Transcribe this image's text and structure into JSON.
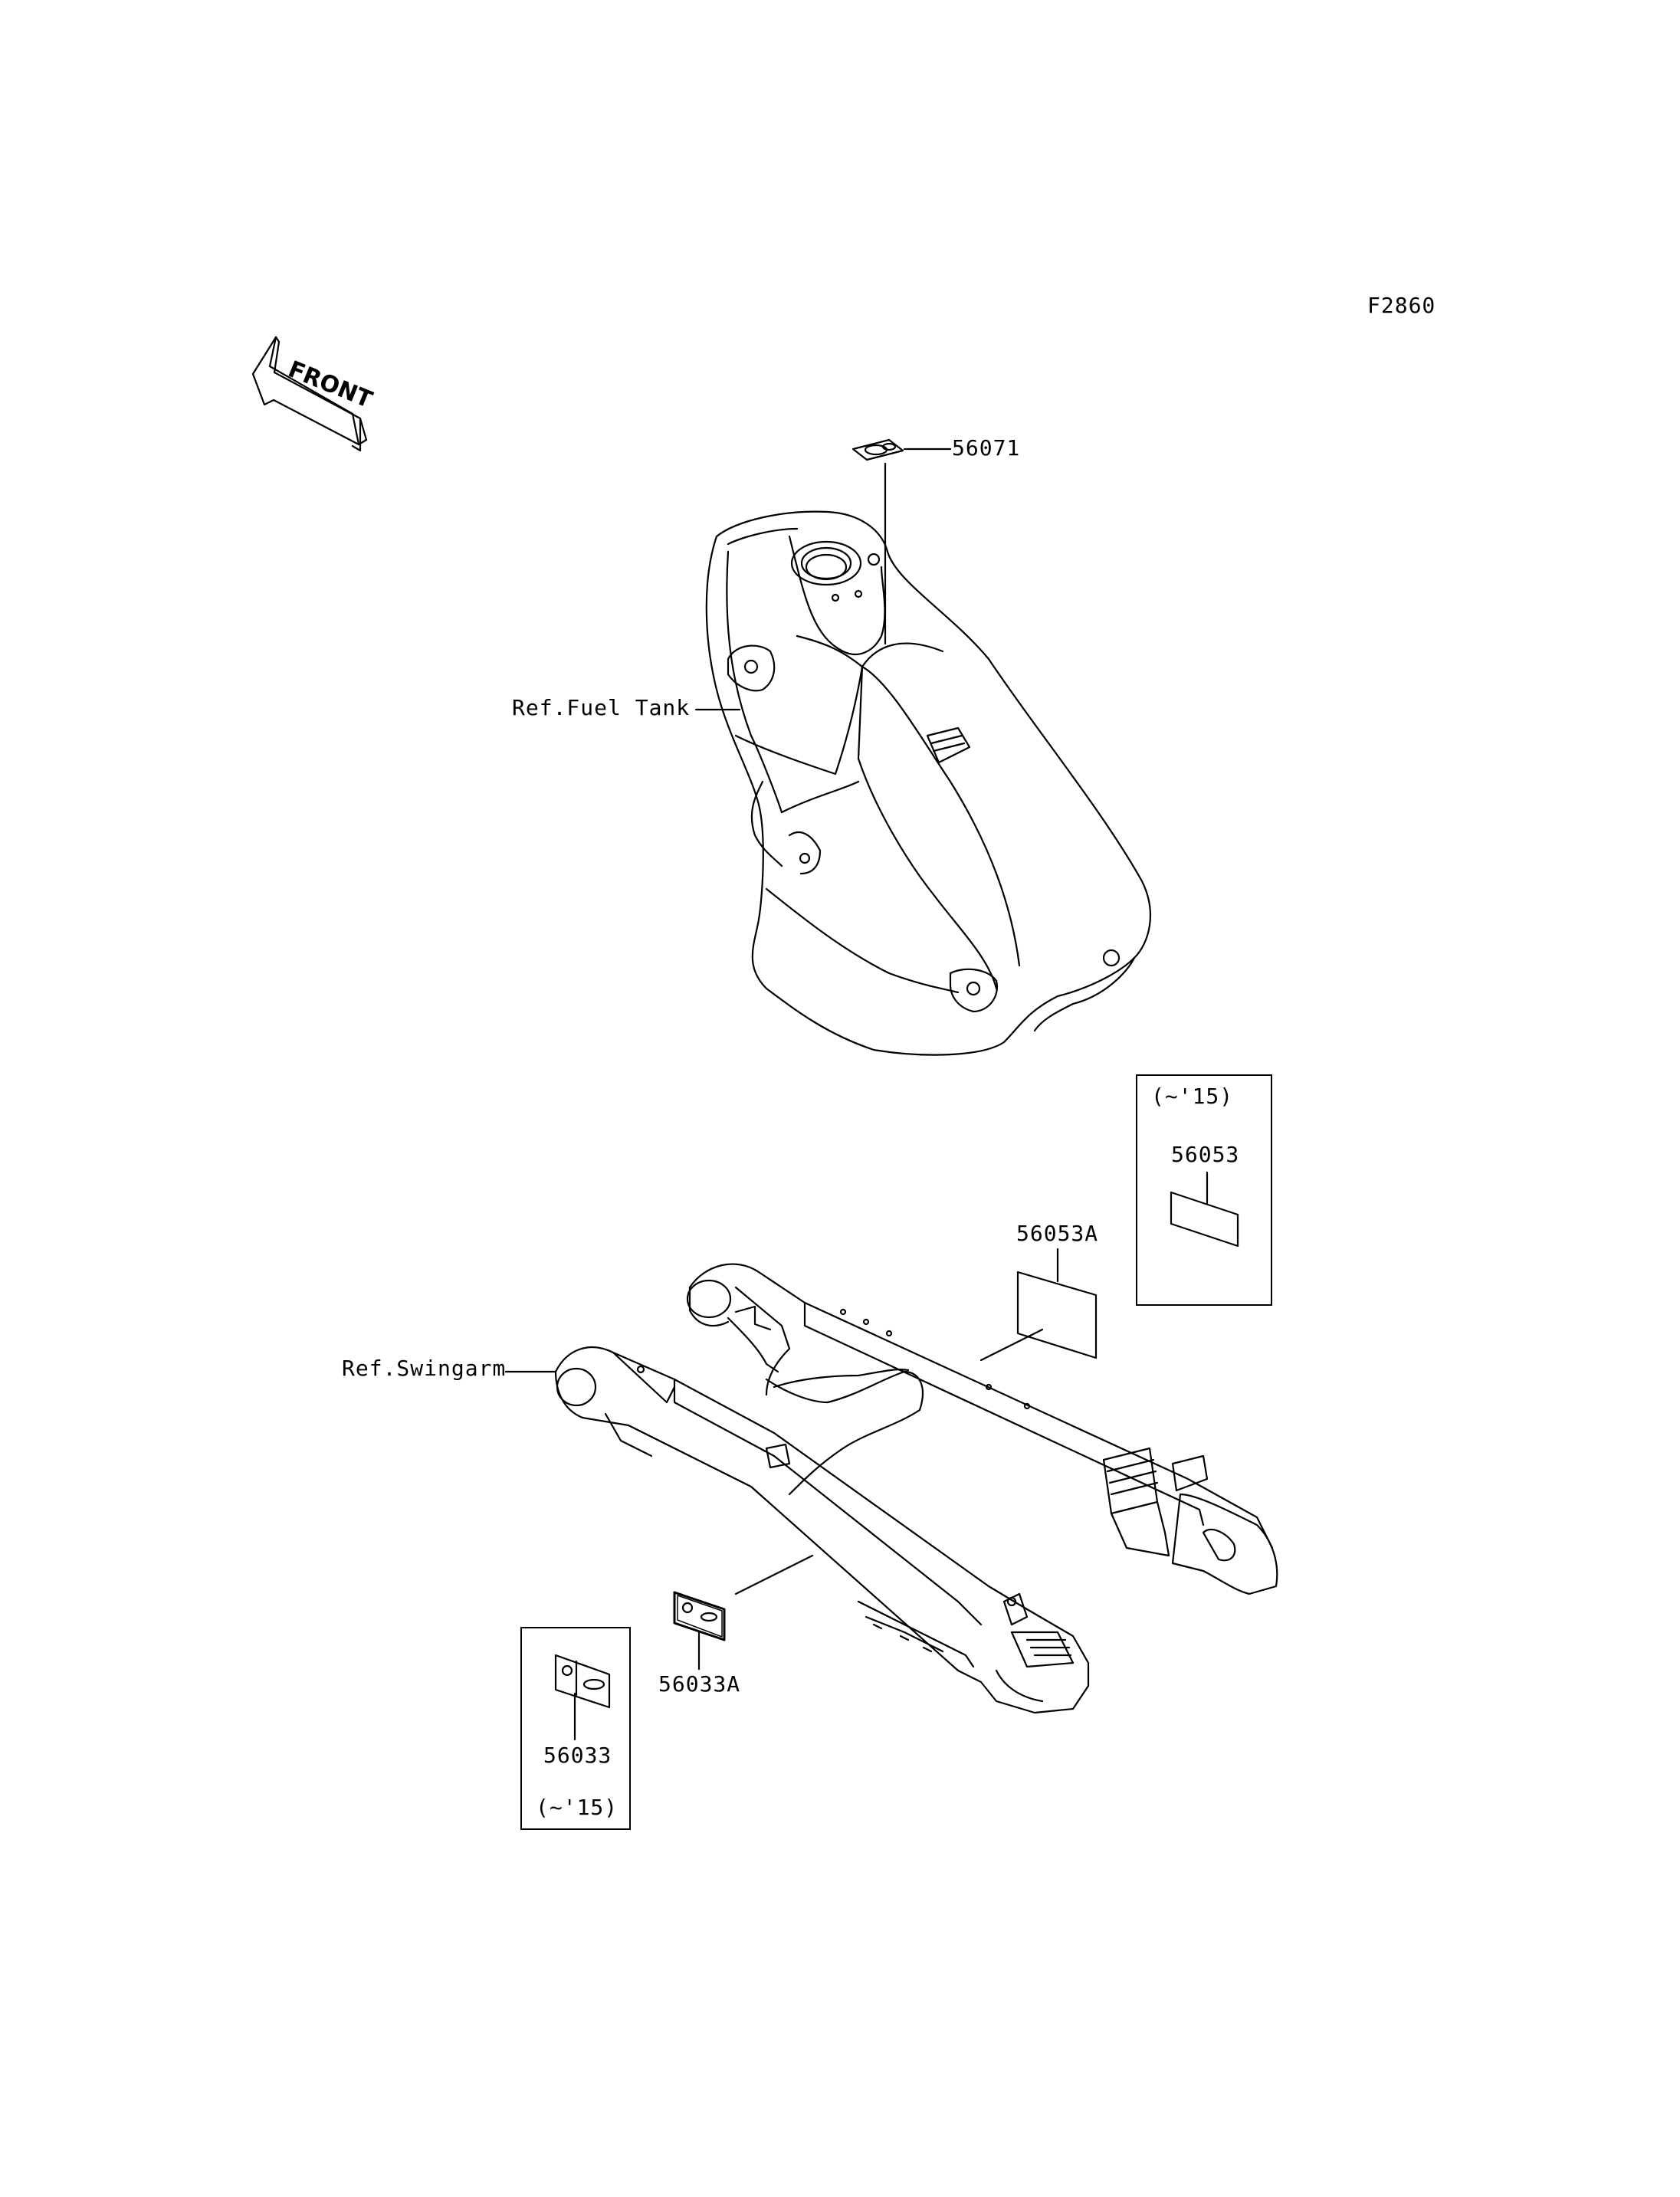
{
  "diagram_code": "F2860",
  "front_arrow_text": "FRONT",
  "references": {
    "fuel_tank": "Ref.Fuel Tank",
    "swingarm": "Ref.Swingarm"
  },
  "parts": {
    "p56071": "56071",
    "p56053": "56053",
    "p56053A": "56053A",
    "p56033": "56033",
    "p56033A": "56033A"
  },
  "notes": {
    "box_56053_note": "(~'15)",
    "box_56033_note": "(~'15)"
  }
}
